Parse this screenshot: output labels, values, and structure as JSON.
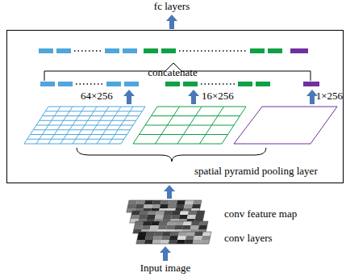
{
  "diagram": {
    "nodes": [
      {
        "text": [
          "concatenate",
          "spatial pyramid pooling layer"
        ]
      }
    ],
    "labels": [
      "fc layers",
      "64×256",
      "16×256",
      "1×256",
      "conv feature map",
      "conv layers",
      "Input image"
    ]
  }
}
